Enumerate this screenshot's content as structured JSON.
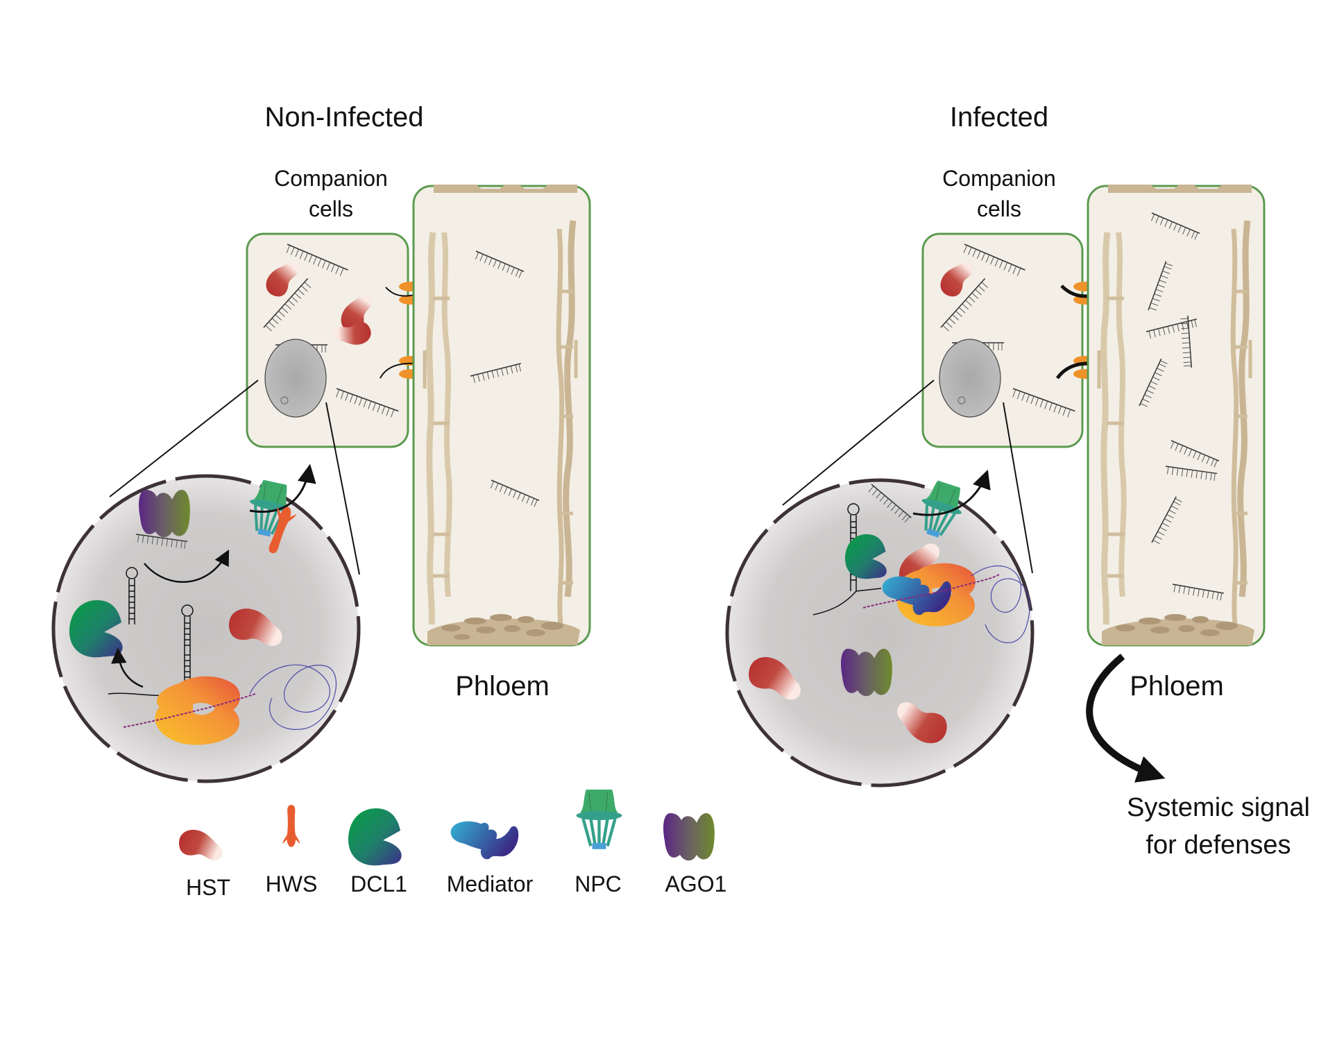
{
  "panels": {
    "left": {
      "title": "Non-Infected",
      "cell_label_line1": "Companion",
      "cell_label_line2": "cells",
      "tissue_label": "Phloem"
    },
    "right": {
      "title": "Infected",
      "cell_label_line1": "Companion",
      "cell_label_line2": "cells",
      "tissue_label": "Phloem",
      "signal_label_line1": "Systemic signal",
      "signal_label_line2": "for defenses"
    }
  },
  "legend": [
    {
      "label": "HST",
      "icon": "hst-protein-icon"
    },
    {
      "label": "HWS",
      "icon": "hws-protein-icon"
    },
    {
      "label": "DCL1",
      "icon": "dcl1-protein-icon"
    },
    {
      "label": "Mediator",
      "icon": "mediator-complex-icon"
    },
    {
      "label": "NPC",
      "icon": "nuclear-pore-complex-icon"
    },
    {
      "label": "AGO1",
      "icon": "ago1-protein-icon"
    }
  ],
  "colors": {
    "cell_wall": "#5b9a4f",
    "cell_fill": "#f3efe6",
    "sieve": "#c9b594",
    "plasmodesmata": "#f0922a",
    "hst": "#b83232",
    "hws": "#e85d30",
    "dcl1": "#0f9a48",
    "mediator": "#2e9fcf",
    "npc": "#3eaa6a",
    "ago1": "#5a2a82",
    "nucleus": "#cbc8c8",
    "envelope": "#3d3238"
  }
}
